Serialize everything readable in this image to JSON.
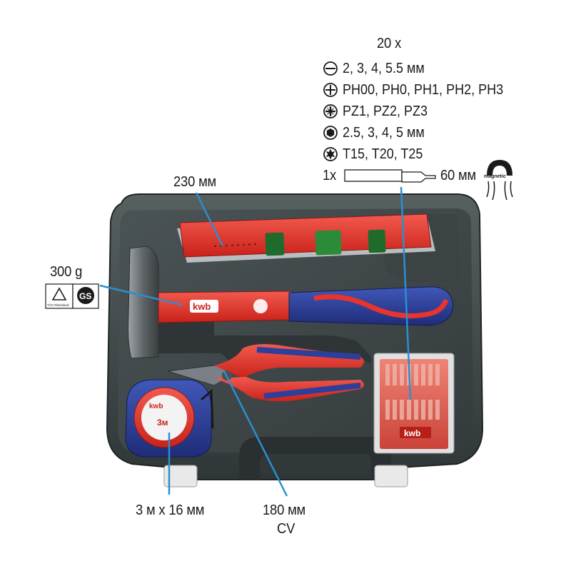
{
  "bits_header": "20 x",
  "bit_specs": [
    {
      "icon": "slotted-screw-icon",
      "text": "2, 3, 4, 5.5 мм"
    },
    {
      "icon": "phillips-screw-icon",
      "text": "PH00, PH0, PH1, PH2, PH3"
    },
    {
      "icon": "pozidriv-screw-icon",
      "text": "PZ1, PZ2, PZ3"
    },
    {
      "icon": "hex-screw-icon",
      "text": "2.5, 3, 4, 5 мм"
    },
    {
      "icon": "torx-screw-icon",
      "text": "T15, T20, T25"
    }
  ],
  "holder": {
    "count": "1x",
    "length": "60 мм",
    "magnet_label": "magnetic"
  },
  "level_length": "230 мм",
  "hammer_weight": "300 g",
  "cert": {
    "tuv": "TÜV Rheinland",
    "gs": "GS"
  },
  "tape_size": "3 м x 16 мм",
  "pliers": {
    "length": "180 мм",
    "material": "CV"
  },
  "brand": "kwb",
  "tape_face_label": "3м",
  "colors": {
    "case": "#3c4447",
    "red": "#e8342c",
    "blue": "#2c3f9a",
    "silver": "#d6d6d6"
  }
}
